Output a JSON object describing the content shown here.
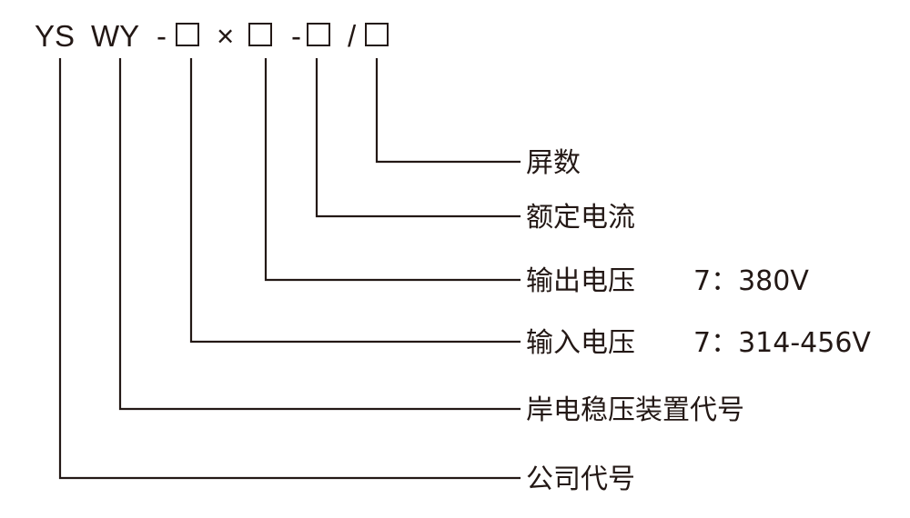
{
  "model_code": {
    "prefix1": "YS",
    "prefix2": "WY",
    "dash1": "-",
    "times": "×",
    "dash2": "-",
    "slash": "/"
  },
  "labels": {
    "screen_count": "屏数",
    "rated_current": "额定电流",
    "output_voltage": "输出电压",
    "output_voltage_value": "7：380V",
    "input_voltage": "输入电压",
    "input_voltage_value": "7：314-456V",
    "device_code": "岸电稳压装置代号",
    "company_code": "公司代号"
  }
}
